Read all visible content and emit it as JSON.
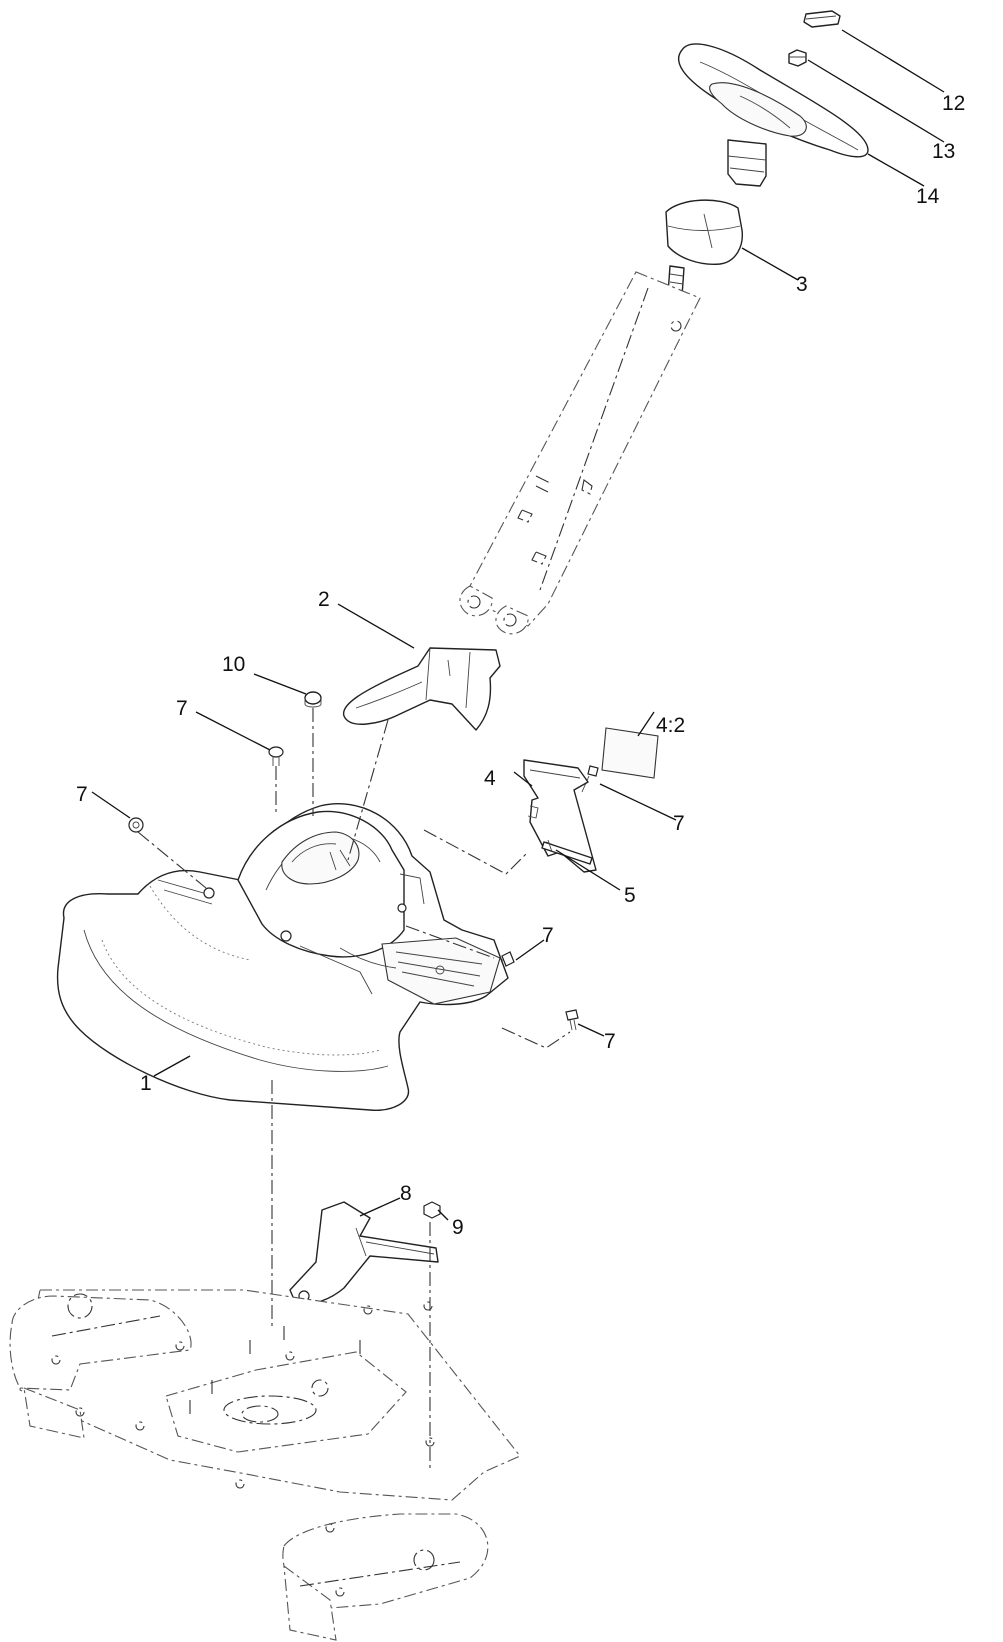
{
  "callouts": [
    {
      "id": "12",
      "text": "12"
    },
    {
      "id": "13",
      "text": "13"
    },
    {
      "id": "14",
      "text": "14"
    },
    {
      "id": "3",
      "text": "3"
    },
    {
      "id": "2",
      "text": "2"
    },
    {
      "id": "10",
      "text": "10"
    },
    {
      "id": "7a",
      "text": "7"
    },
    {
      "id": "4-2",
      "text": "4:2"
    },
    {
      "id": "4",
      "text": "4"
    },
    {
      "id": "7b",
      "text": "7"
    },
    {
      "id": "7c",
      "text": "7"
    },
    {
      "id": "5",
      "text": "5"
    },
    {
      "id": "7d",
      "text": "7"
    },
    {
      "id": "7e",
      "text": "7"
    },
    {
      "id": "1",
      "text": "1"
    },
    {
      "id": "8",
      "text": "8"
    },
    {
      "id": "9",
      "text": "9"
    }
  ]
}
